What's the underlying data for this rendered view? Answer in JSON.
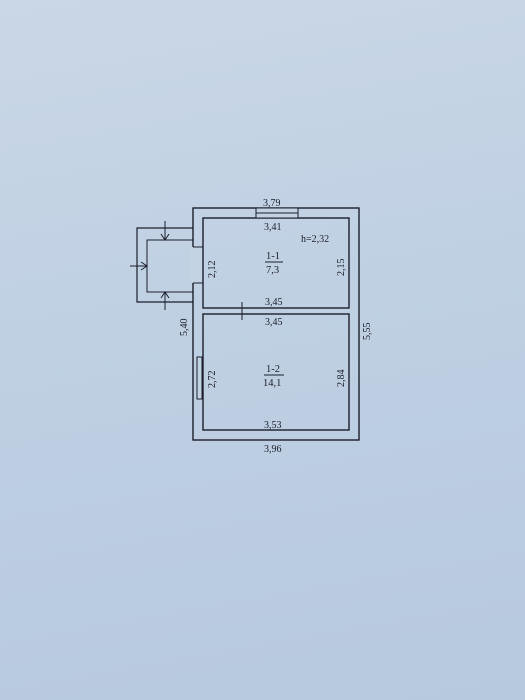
{
  "plan": {
    "height_note": "h=2,32",
    "overall_width_top": "3,79",
    "overall_width_bottom": "3,96",
    "overall_height_right": "5,55",
    "overall_height_left": "5,40",
    "middle_wall_top": "3,45",
    "middle_wall_bottom": "3,45",
    "rooms": [
      {
        "number": "1-1",
        "area": "7,3",
        "width_top": "3,41",
        "height_left": "2,12",
        "height_right": "2,15"
      },
      {
        "number": "1-2",
        "area": "14,1",
        "width_bottom": "3,53",
        "height_left": "2,72",
        "height_right": "2,84"
      }
    ],
    "faint_lines": [
      "",
      "",
      ""
    ]
  },
  "colors": {
    "paper": "#c4d3e4",
    "ink": "#1b1f2c"
  }
}
